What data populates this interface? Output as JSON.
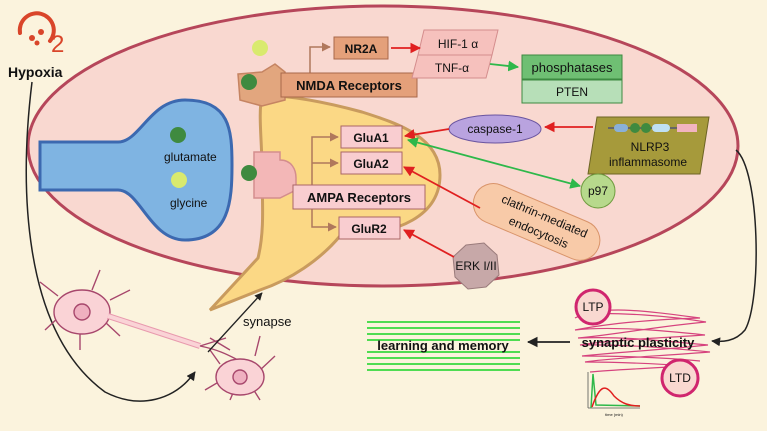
{
  "hypoxia": {
    "label": "Hypoxia",
    "o2_o": "O",
    "o2_sub": "2"
  },
  "presynaptic": {
    "glutamate": "glutamate",
    "glycine": "glycine"
  },
  "receptors": {
    "nr2a": "NR2A",
    "nmda": "NMDA Receptors",
    "ampa": "AMPA Receptors",
    "glua1": "GluA1",
    "glua2": "GluA2",
    "glur2": "GluR2"
  },
  "downstream": {
    "hif": "HIF-1 α",
    "tnf": "TNF-α",
    "phosphatases": "phosphatases",
    "pten": "PTEN"
  },
  "regulators": {
    "caspase": "caspase-1",
    "nlrp3_line1": "NLRP3",
    "nlrp3_line2": "inflammasome",
    "p97": "p97",
    "clathrin_line1": "clathrin-mediated",
    "clathrin_line2": "endocytosis",
    "erk": "ERK I/II"
  },
  "bottom": {
    "synapse": "synapse",
    "learning": "learning and memory",
    "plasticity": "synaptic plasticity",
    "ltp": "LTP",
    "ltd": "LTD",
    "graph_axis": "time (min)"
  },
  "colors": {
    "background": "#fbf3dd",
    "cell_outline": "#b6465a",
    "neuron_fill": "#fad3d6",
    "receptor_box": "#e4a07a",
    "glua_box": "#f9cdd0",
    "hif_box": "#f6c1bd",
    "green_box": "#6fbf73",
    "caspase": "#b9a3df",
    "nlrp3": "#a69a3b",
    "p97": "#b7d98c",
    "clathrin": "#f8caa8",
    "erk": "#c7a8a8",
    "red_arrow": "#e02020",
    "green_arrow": "#2eb84a",
    "learning_stripes": "#4fdc52",
    "plasticity_scribble": "#d0256e"
  }
}
